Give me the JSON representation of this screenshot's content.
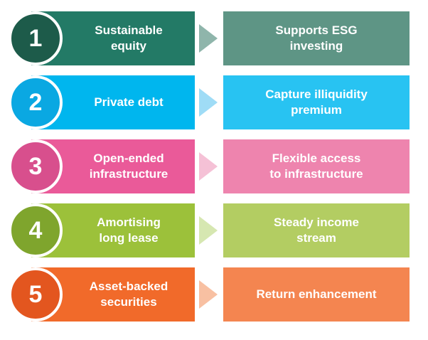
{
  "rows": [
    {
      "number": "1",
      "label": "Sustainable\nequity",
      "outcome": "Supports ESG\ninvesting",
      "colors": {
        "circle": "#1d5b4a",
        "left": "#237a66",
        "arrow": "#8fb5ab",
        "right": "#5e9585"
      }
    },
    {
      "number": "2",
      "label": "Private debt",
      "outcome": "Capture illiquidity\npremium",
      "colors": {
        "circle": "#0aa8e2",
        "left": "#00b6ee",
        "arrow": "#9fdcf6",
        "right": "#28c3f2"
      }
    },
    {
      "number": "3",
      "label": "Open-ended\ninfrastructure",
      "outcome": "Flexible access\nto infrastructure",
      "colors": {
        "circle": "#d84f8d",
        "left": "#ea5a99",
        "arrow": "#f5c1d6",
        "right": "#ee84ae"
      }
    },
    {
      "number": "4",
      "label": "Amortising\nlong lease",
      "outcome": "Steady income\nstream",
      "colors": {
        "circle": "#7fa52d",
        "left": "#9cc13a",
        "arrow": "#d6e7b1",
        "right": "#b3cd62"
      }
    },
    {
      "number": "5",
      "label": "Asset-backed\nsecurities",
      "outcome": "Return enhancement",
      "colors": {
        "circle": "#e3561f",
        "left": "#f16a2a",
        "arrow": "#f8c0a2",
        "right": "#f48550"
      }
    }
  ]
}
